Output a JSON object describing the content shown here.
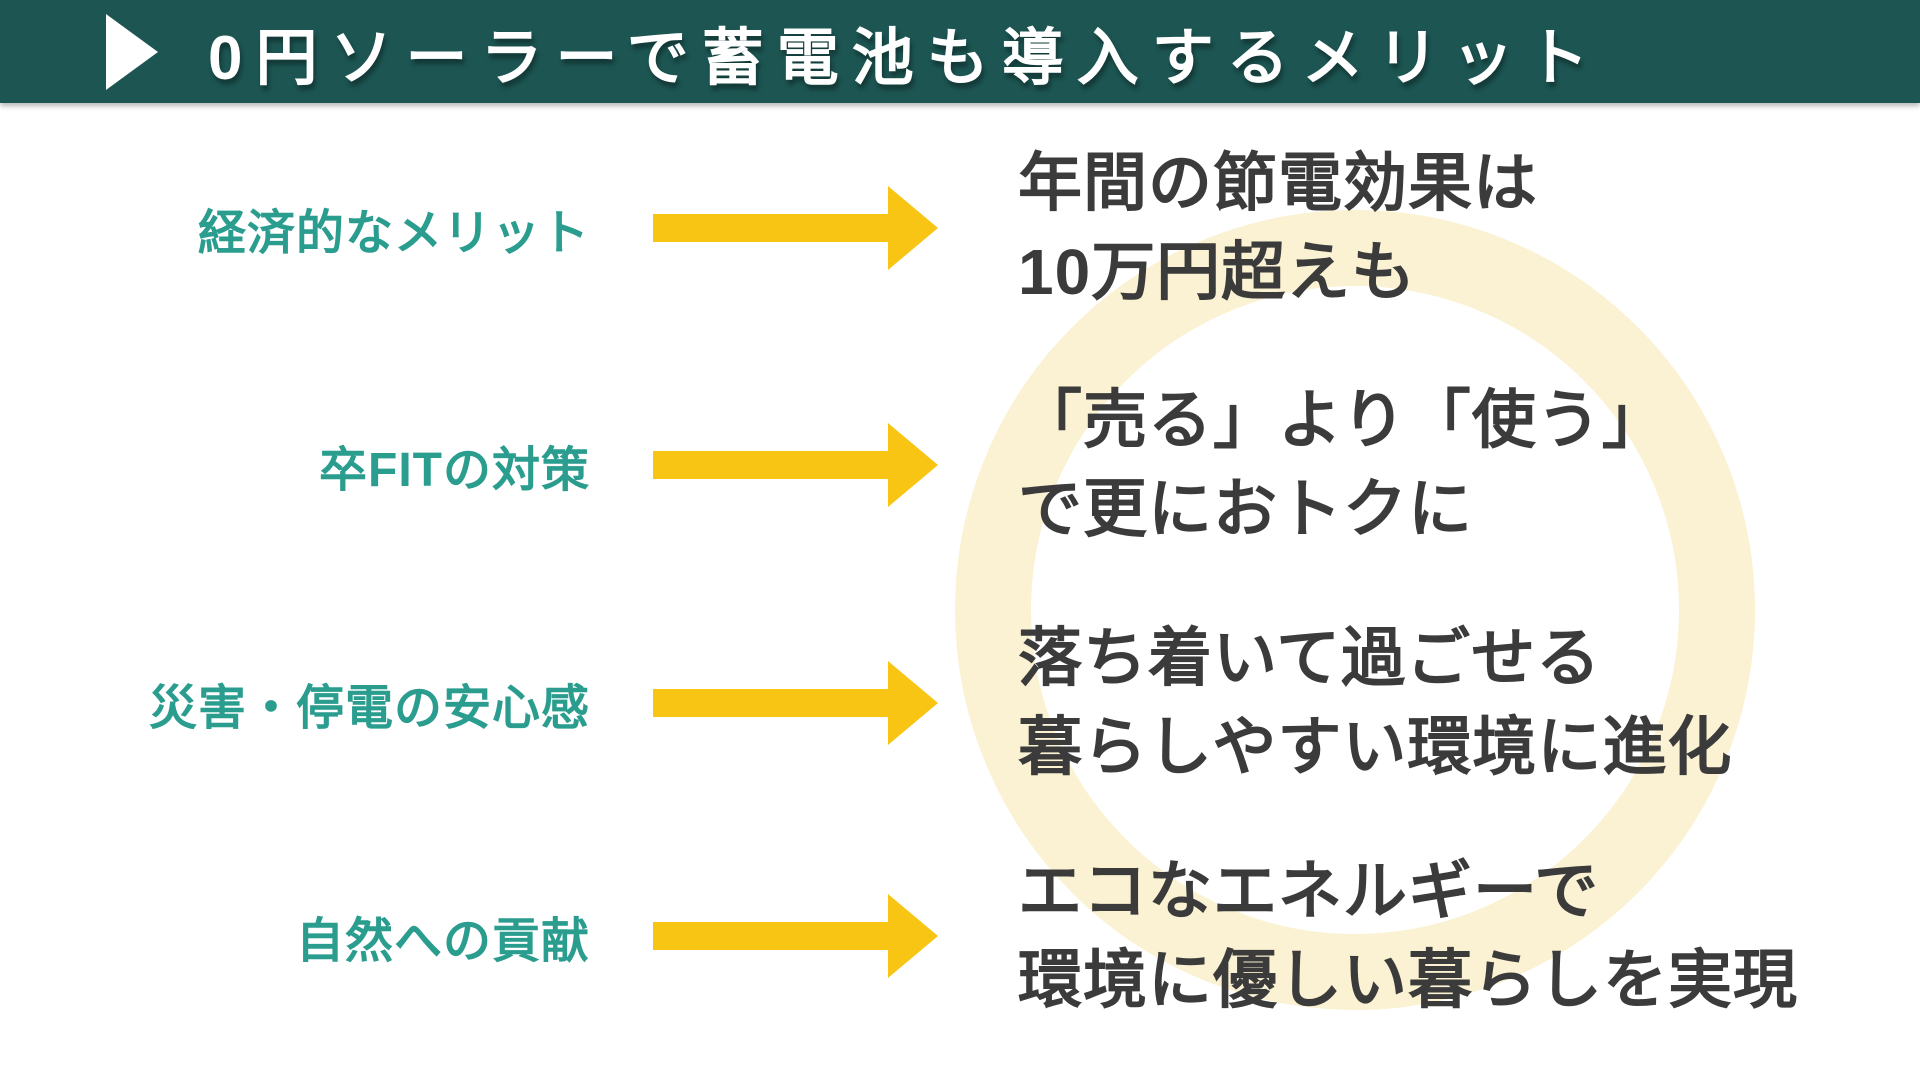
{
  "header": {
    "title": "0円ソーラーで蓄電池も導入するメリット"
  },
  "rows": [
    {
      "label": "経済的なメリット",
      "line1": "年間の節電効果は",
      "line2": "10万円超えも"
    },
    {
      "label": "卒FITの対策",
      "line1": "「売る」より「使う」",
      "line2": "で更におトクに"
    },
    {
      "label": "災害・停電の安心感",
      "line1": "落ち着いて過ごせる",
      "line2": "暮らしやすい環境に進化"
    },
    {
      "label": "自然への貢献",
      "line1": "エコなエネルギーで",
      "line2": "環境に優しい暮らしを実現"
    }
  ],
  "icons": {
    "header_marker": "right-triangle",
    "row_marker": "right-arrow"
  },
  "colors": {
    "header_bg": "#1C5552",
    "header_text": "#FFFFFF",
    "label_teal": "#2A9D8F",
    "arrow_yellow": "#F8C515",
    "body_text": "#3B3B3B",
    "ring_cream": "#FAF2D2",
    "background": "#FFFFFF"
  }
}
